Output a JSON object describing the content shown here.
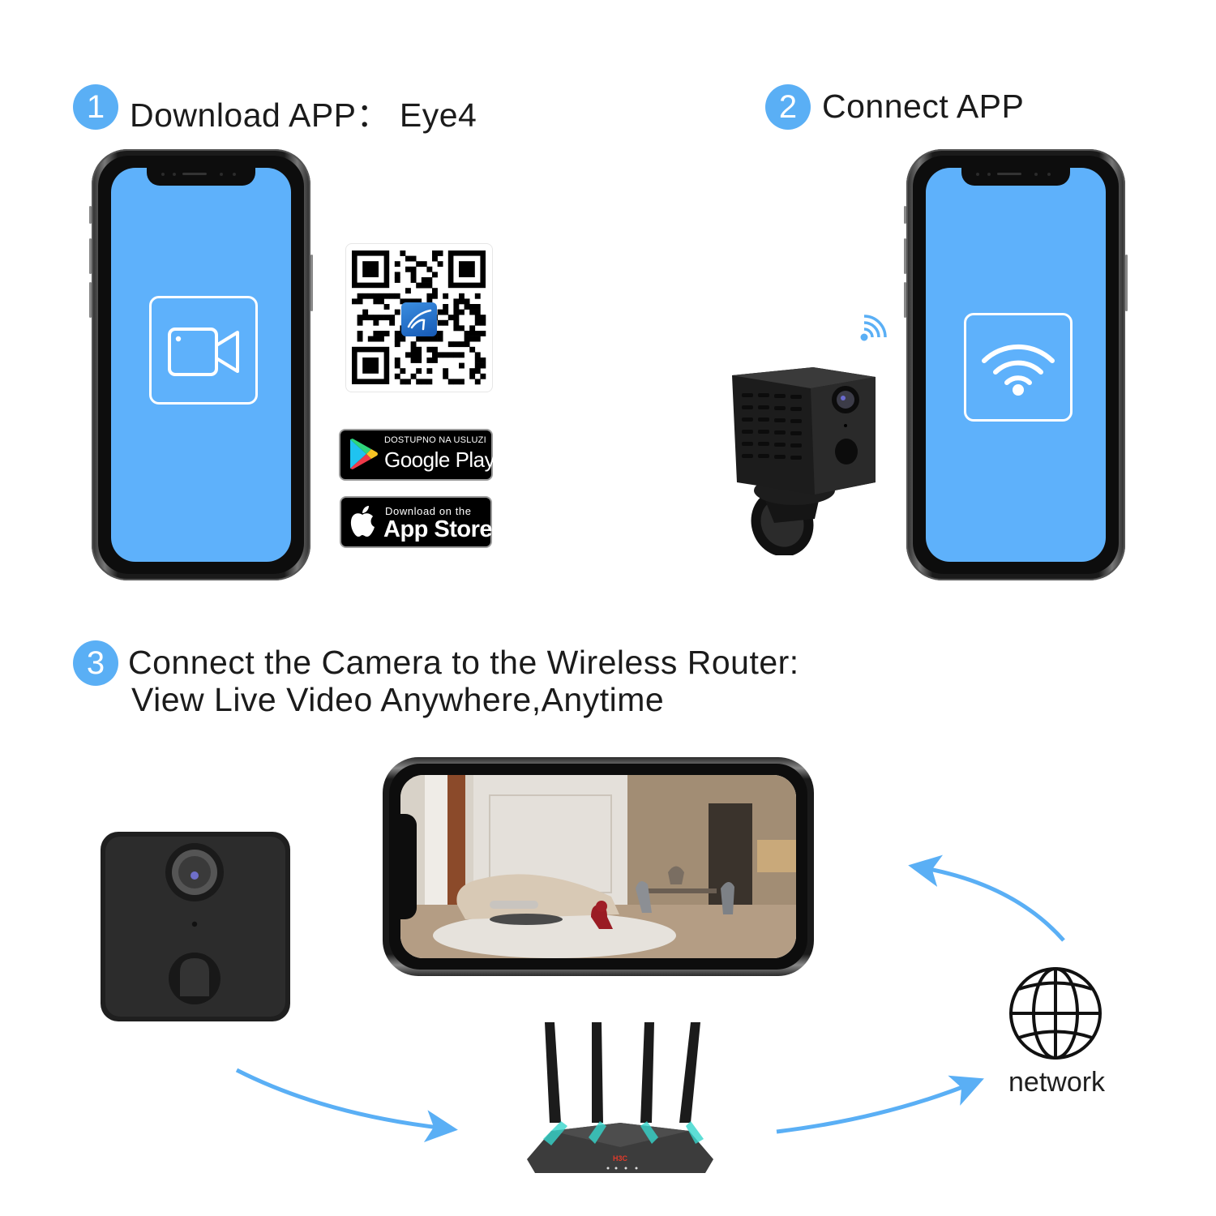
{
  "colors": {
    "accent_blue": "#5aaff5",
    "screen_blue": "#5eb1fb",
    "text": "#1b1b1b",
    "device_black": "#232323"
  },
  "steps": [
    {
      "number": "1",
      "title": "Download APP： Eye4"
    },
    {
      "number": "2",
      "title": "Connect APP"
    },
    {
      "number": "3",
      "title_line1": "Connect the Camera to the Wireless Router:",
      "title_line2": "View Live Video Anywhere,Anytime"
    }
  ],
  "step1": {
    "phone_icon": "video-camera-icon",
    "qr_code": {
      "center_logo": "eye4-app-logo"
    },
    "google_play": {
      "small": "DOSTUPNO NA USLUZI",
      "big": "Google Play",
      "icon": "google-play-icon"
    },
    "app_store": {
      "small": "Download on the",
      "big": "App Store",
      "icon": "apple-icon"
    }
  },
  "step2": {
    "phone_icon": "wifi-icon",
    "camera_signal_icon": "wifi-signal-icon"
  },
  "step3": {
    "devices": [
      "camera-front",
      "landscape-phone-live-view",
      "wireless-router",
      "globe"
    ],
    "router_brand": "H3C",
    "network_label": "network",
    "flow": [
      "camera",
      "router",
      "network",
      "phone"
    ]
  }
}
